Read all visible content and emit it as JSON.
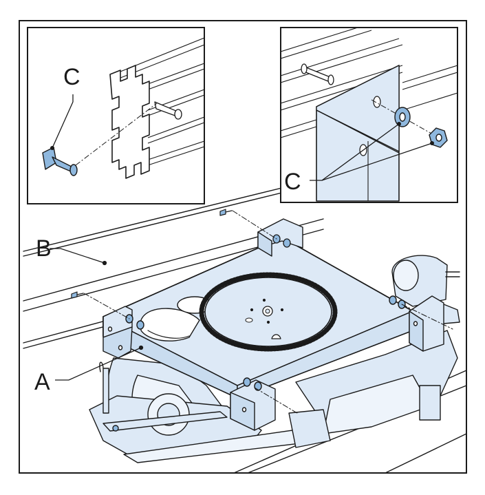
{
  "callouts": {
    "a": "A",
    "b": "B",
    "c_left": "C",
    "c_right": "C"
  },
  "colors": {
    "part_fill": "#dde9f6",
    "part_highlight": "#8fb8de",
    "outline": "#1a1a1a",
    "background": "#ffffff"
  },
  "icons": {
    "t_bolt": "t-bolt-icon",
    "washer": "washer-icon",
    "nut": "hex-nut-icon",
    "gear": "gear-icon"
  }
}
